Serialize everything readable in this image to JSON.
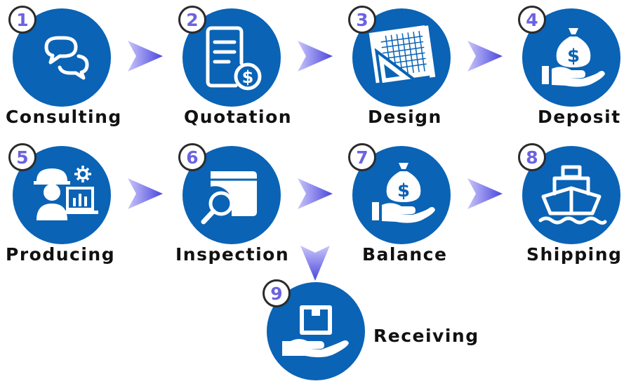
{
  "steps": [
    {
      "number": "1",
      "label": "Consulting",
      "icon": "chat-bubbles-icon"
    },
    {
      "number": "2",
      "label": "Quotation",
      "icon": "document-dollar-icon"
    },
    {
      "number": "3",
      "label": "Design",
      "icon": "blueprint-icon"
    },
    {
      "number": "4",
      "label": "Deposit",
      "icon": "money-bag-hand-icon"
    },
    {
      "number": "5",
      "label": "Producing",
      "icon": "worker-icon"
    },
    {
      "number": "6",
      "label": "Inspection",
      "icon": "box-magnifier-icon"
    },
    {
      "number": "7",
      "label": "Balance",
      "icon": "money-bag-hand-icon"
    },
    {
      "number": "8",
      "label": "Shipping",
      "icon": "ship-icon"
    },
    {
      "number": "9",
      "label": "Receiving",
      "icon": "hand-box-icon"
    }
  ],
  "colors": {
    "circle": "#0a63b5",
    "badge_number": "#6c63e0",
    "arrow": "#5b57e0",
    "label": "#111111"
  }
}
